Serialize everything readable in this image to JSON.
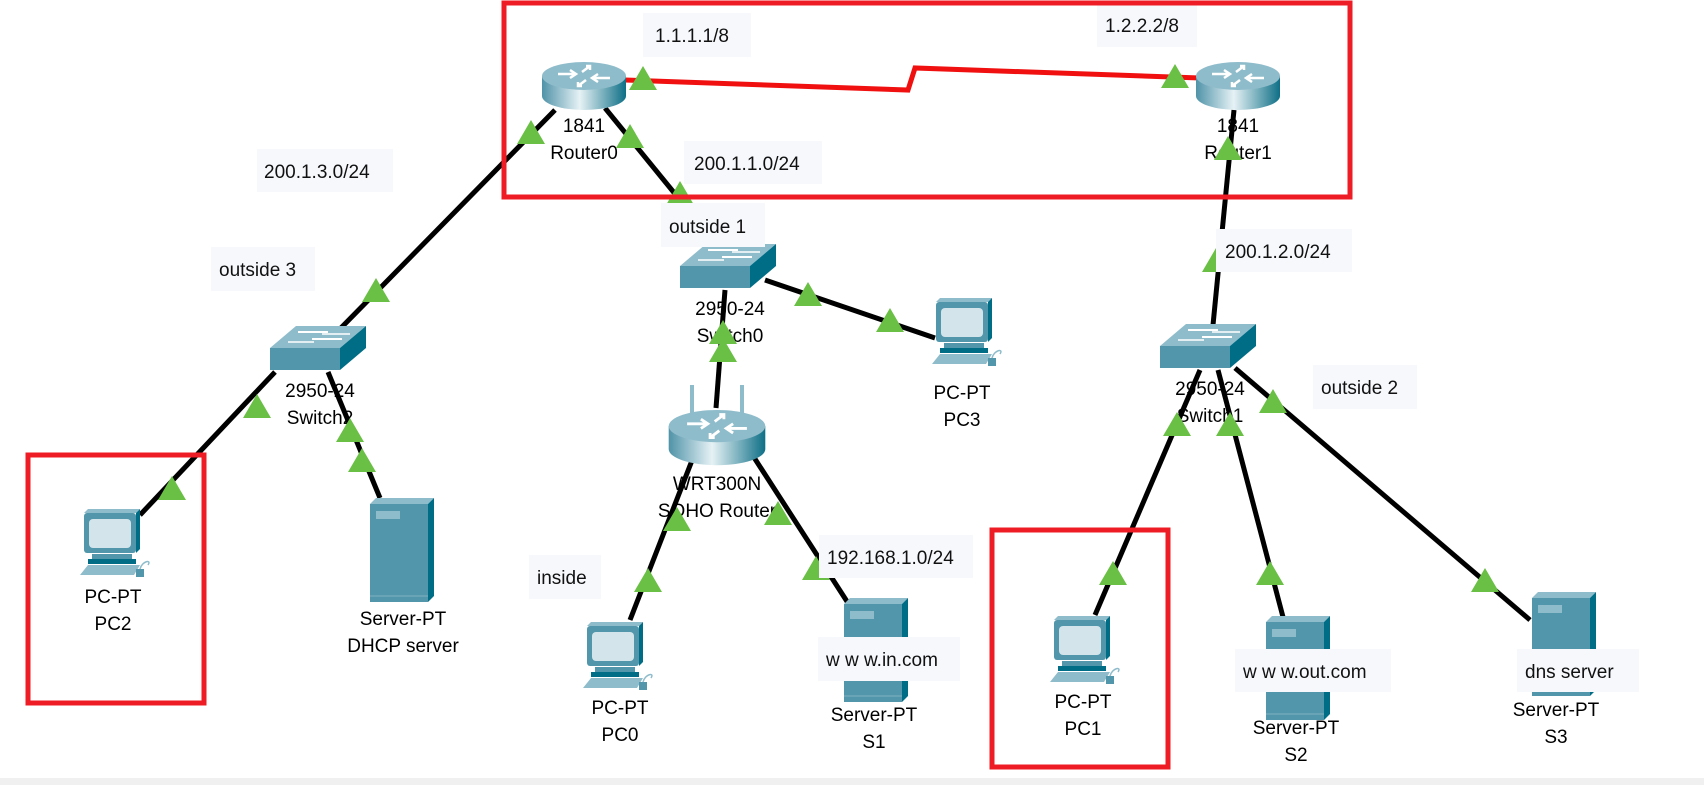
{
  "colors": {
    "highlight": "#ee1c25",
    "serial_link": "#f01010",
    "link": "#000000",
    "port_up": "#6abf45",
    "device_body": "#5296ab",
    "device_dark": "#006d86",
    "note_bg": "#f6f8fc"
  },
  "devices": {
    "router0": {
      "model": "1841",
      "name": "Router0",
      "type": "router"
    },
    "router1": {
      "model": "1841",
      "name": "Router1",
      "type": "router"
    },
    "switch0": {
      "model": "2950-24",
      "name": "Switch0",
      "type": "switch"
    },
    "switch1": {
      "model": "2950-24",
      "name": "Switch1",
      "type": "switch"
    },
    "switch2": {
      "model": "2950-24",
      "name": "Switch2",
      "type": "switch"
    },
    "soho": {
      "model": "WRT300N",
      "name": "SOHO Router",
      "type": "wireless-router"
    },
    "pc0": {
      "model": "PC-PT",
      "name": "PC0",
      "type": "pc"
    },
    "pc1": {
      "model": "PC-PT",
      "name": "PC1",
      "type": "pc"
    },
    "pc2": {
      "model": "PC-PT",
      "name": "PC2",
      "type": "pc"
    },
    "pc3": {
      "model": "PC-PT",
      "name": "PC3",
      "type": "pc"
    },
    "dhcp": {
      "model": "Server-PT",
      "name": "DHCP server",
      "type": "server"
    },
    "s1": {
      "model": "Server-PT",
      "name": "S1",
      "type": "server"
    },
    "s2": {
      "model": "Server-PT",
      "name": "S2",
      "type": "server"
    },
    "s3": {
      "model": "Server-PT",
      "name": "S3",
      "type": "server"
    }
  },
  "notes": {
    "r0_serial_ip": "1.1.1.1/8",
    "r1_serial_ip": "1.2.2.2/8",
    "net_200_1_3": "200.1.3.0/24",
    "net_200_1_1": "200.1.1.0/24",
    "net_200_1_2": "200.1.2.0/24",
    "net_192_168_1": "192.168.1.0/24",
    "outside1": "outside 1",
    "outside2": "outside 2",
    "outside3": "outside 3",
    "inside": "inside",
    "www_in": "w w w.in.com",
    "www_out": "w w w.out.com",
    "dns": "dns server"
  }
}
